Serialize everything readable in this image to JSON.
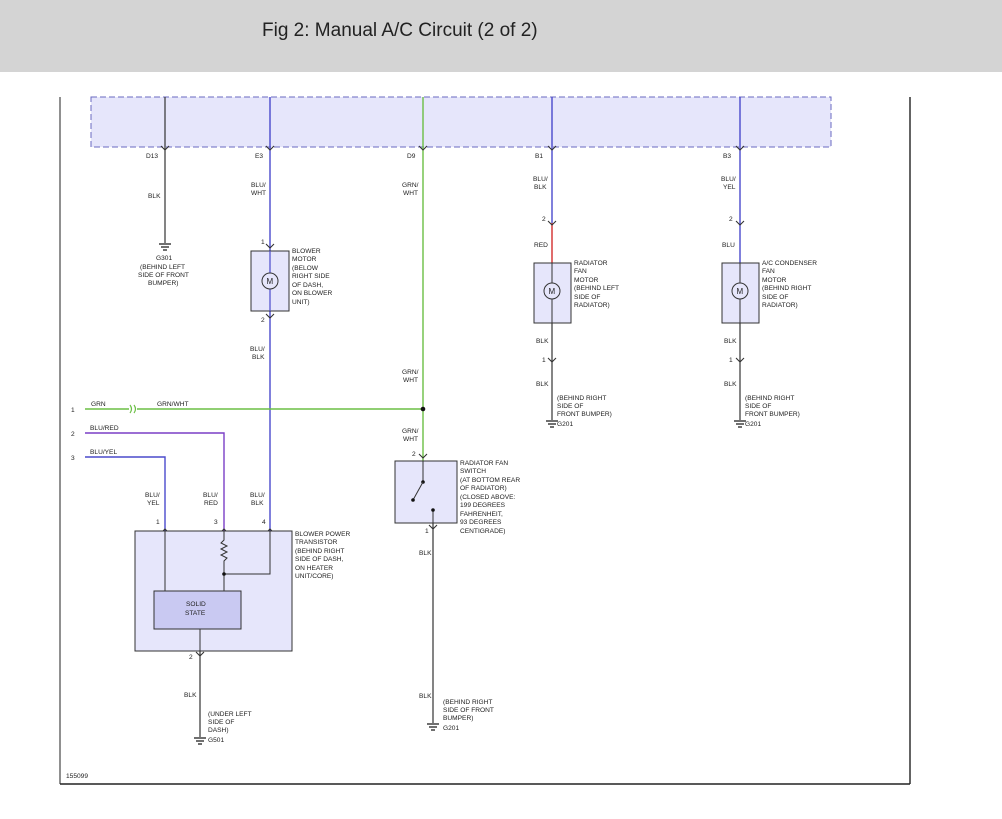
{
  "header": {
    "title": "Fig 2: Manual A/C Circuit (2 of 2)"
  },
  "figure_id": "155099",
  "colors": {
    "module_fill": "#e6e6fb",
    "blu": "#4a4acc",
    "grn": "#6bbf45",
    "red": "#d22d2d",
    "purple": "#7a3fc6",
    "wire": "#333333"
  },
  "connectors": {
    "d13": "D13",
    "e3": "E3",
    "d9": "D9",
    "b1": "B1",
    "b3": "B3"
  },
  "wires": {
    "d13": "BLK",
    "e3_1": "BLU/",
    "e3_2": "WHT",
    "d9_1": "GRN/",
    "d9_2": "WHT",
    "b1_1": "BLU/",
    "b1_2": "BLK",
    "b3_1": "BLU/",
    "b3_2": "YEL",
    "blower_out_1": "BLU/",
    "blower_out_2": "BLK",
    "red": "RED",
    "blu": "BLU",
    "blk_rad_top": "BLK",
    "blk_rad_bot": "BLK",
    "blk_cond_top": "BLK",
    "blk_cond_bot": "BLK",
    "d9_mid_1": "GRN/",
    "d9_mid_2": "WHT",
    "d9_low_1": "GRN/",
    "d9_low_2": "WHT",
    "grn": "GRN",
    "grn_wht": "GRN/WHT",
    "blu_red": "BLU/RED",
    "blu_yel": "BLU/YEL",
    "t1_1": "BLU/",
    "t1_2": "YEL",
    "t3_1": "BLU/",
    "t3_2": "RED",
    "t4_1": "BLU/",
    "t4_2": "BLK",
    "sw_out": "BLK",
    "sw_out2": "BLK",
    "trans_out": "BLK"
  },
  "pins": {
    "blower_1": "1",
    "blower_2": "2",
    "rad_2": "2",
    "rad_1": "1",
    "cond_2": "2",
    "cond_1": "1",
    "sw_2": "2",
    "sw_1": "1",
    "t_1": "1",
    "t_3": "3",
    "t_4": "4",
    "t_2": "2",
    "left_1": "1",
    "left_2": "2",
    "left_3": "3"
  },
  "grounds": {
    "g301": [
      "G301",
      "(BEHIND LEFT",
      "SIDE OF FRONT",
      "BUMPER)"
    ],
    "g201_rad": [
      "(BEHIND RIGHT",
      "SIDE OF",
      "FRONT BUMPER)"
    ],
    "g201_rad_id": "G201",
    "g201_cond": [
      "(BEHIND RIGHT",
      "SIDE OF",
      "FRONT BUMPER)"
    ],
    "g201_cond_id": "G201",
    "g201_sw": [
      "(BEHIND RIGHT",
      "SIDE OF FRONT",
      "BUMPER)"
    ],
    "g201_sw_id": "G201",
    "g501": [
      "(UNDER LEFT",
      "SIDE OF",
      "DASH)"
    ],
    "g501_id": "G501"
  },
  "components": {
    "blower_motor": [
      "BLOWER",
      "MOTOR",
      "(BELOW",
      "RIGHT SIDE",
      "OF DASH,",
      "ON BLOWER",
      "UNIT)"
    ],
    "radiator_fan_motor": [
      "RADIATOR",
      "FAN",
      "MOTOR",
      "(BEHIND LEFT",
      "SIDE OF",
      "RADIATOR)"
    ],
    "condenser_fan_motor": [
      "A/C CONDENSER",
      "FAN",
      "MOTOR",
      "(BEHIND RIGHT",
      "SIDE OF",
      "RADIATOR)"
    ],
    "radiator_fan_switch": [
      "RADIATOR FAN",
      "SWITCH",
      "(AT BOTTOM REAR",
      "OF RADIATOR)",
      "(CLOSED ABOVE:",
      "199 DEGREES",
      "FAHRENHEIT,",
      "93 DEGREES",
      "CENTIGRADE)"
    ],
    "blower_power_transistor": [
      "BLOWER POWER",
      "TRANSISTOR",
      "(BEHIND RIGHT",
      "SIDE OF DASH,",
      "ON HEATER",
      "UNIT/CORE)"
    ],
    "solid_state": [
      "SOLID",
      "STATE"
    ],
    "motor_symbol": "M"
  }
}
